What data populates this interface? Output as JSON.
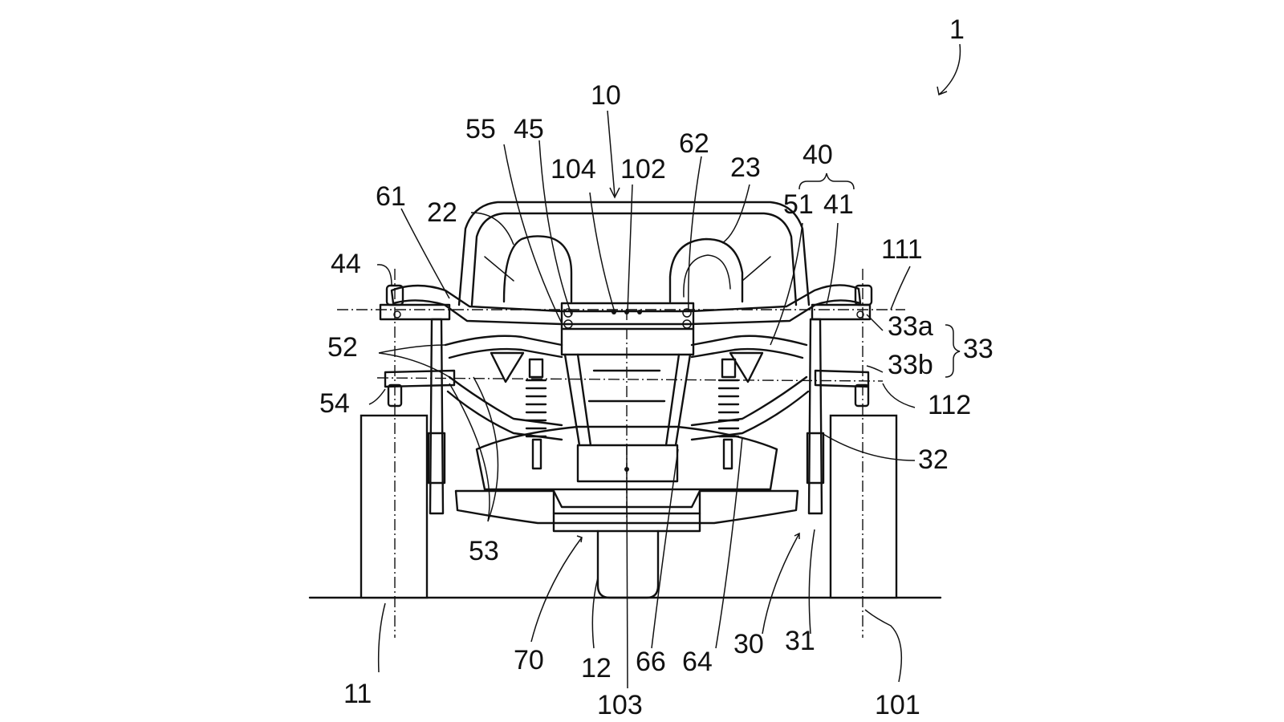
{
  "figure": {
    "reference_labels": [
      {
        "key": "lbl_1",
        "text": "1"
      },
      {
        "key": "lbl_10",
        "text": "10"
      },
      {
        "key": "lbl_55",
        "text": "55"
      },
      {
        "key": "lbl_45",
        "text": "45"
      },
      {
        "key": "lbl_62",
        "text": "62"
      },
      {
        "key": "lbl_104",
        "text": "104"
      },
      {
        "key": "lbl_102",
        "text": "102"
      },
      {
        "key": "lbl_23",
        "text": "23"
      },
      {
        "key": "lbl_40",
        "text": "40"
      },
      {
        "key": "lbl_61",
        "text": "61"
      },
      {
        "key": "lbl_22",
        "text": "22"
      },
      {
        "key": "lbl_51",
        "text": "51"
      },
      {
        "key": "lbl_41",
        "text": "41"
      },
      {
        "key": "lbl_111",
        "text": "111"
      },
      {
        "key": "lbl_44",
        "text": "44"
      },
      {
        "key": "lbl_33a",
        "text": "33a"
      },
      {
        "key": "lbl_33",
        "text": "33"
      },
      {
        "key": "lbl_52",
        "text": "52"
      },
      {
        "key": "lbl_33b",
        "text": "33b"
      },
      {
        "key": "lbl_54",
        "text": "54"
      },
      {
        "key": "lbl_112",
        "text": "112"
      },
      {
        "key": "lbl_32",
        "text": "32"
      },
      {
        "key": "lbl_53",
        "text": "53"
      },
      {
        "key": "lbl_70",
        "text": "70"
      },
      {
        "key": "lbl_12",
        "text": "12"
      },
      {
        "key": "lbl_66",
        "text": "66"
      },
      {
        "key": "lbl_64",
        "text": "64"
      },
      {
        "key": "lbl_30",
        "text": "30"
      },
      {
        "key": "lbl_31",
        "text": "31"
      },
      {
        "key": "lbl_11",
        "text": "11"
      },
      {
        "key": "lbl_103",
        "text": "103"
      },
      {
        "key": "lbl_101",
        "text": "101"
      }
    ]
  }
}
